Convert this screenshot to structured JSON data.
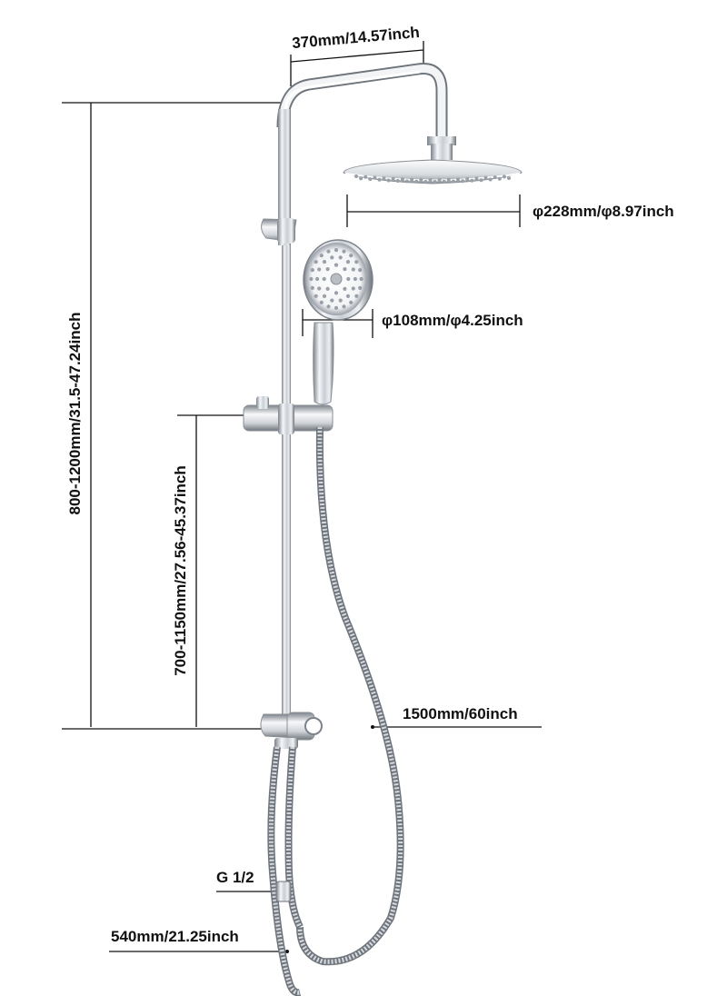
{
  "labels": {
    "arm_width": "370mm/14.57inch",
    "rain_head_diameter": "φ228mm/φ8.97inch",
    "hand_head_diameter": "φ108mm/φ4.25inch",
    "total_height": "800-1200mm/31.5-47.24inch",
    "slide_height": "700-1150mm/27.56-45.37inch",
    "hose_length": "1500mm/60inch",
    "connector_thread": "G 1/2",
    "bottom_hose_length": "540mm/21.25inch"
  },
  "colors": {
    "chrome_dark": "#8a8f96",
    "chrome_light": "#f4f6f8",
    "line": "#111111",
    "nozzle": "#9aa0a8"
  }
}
